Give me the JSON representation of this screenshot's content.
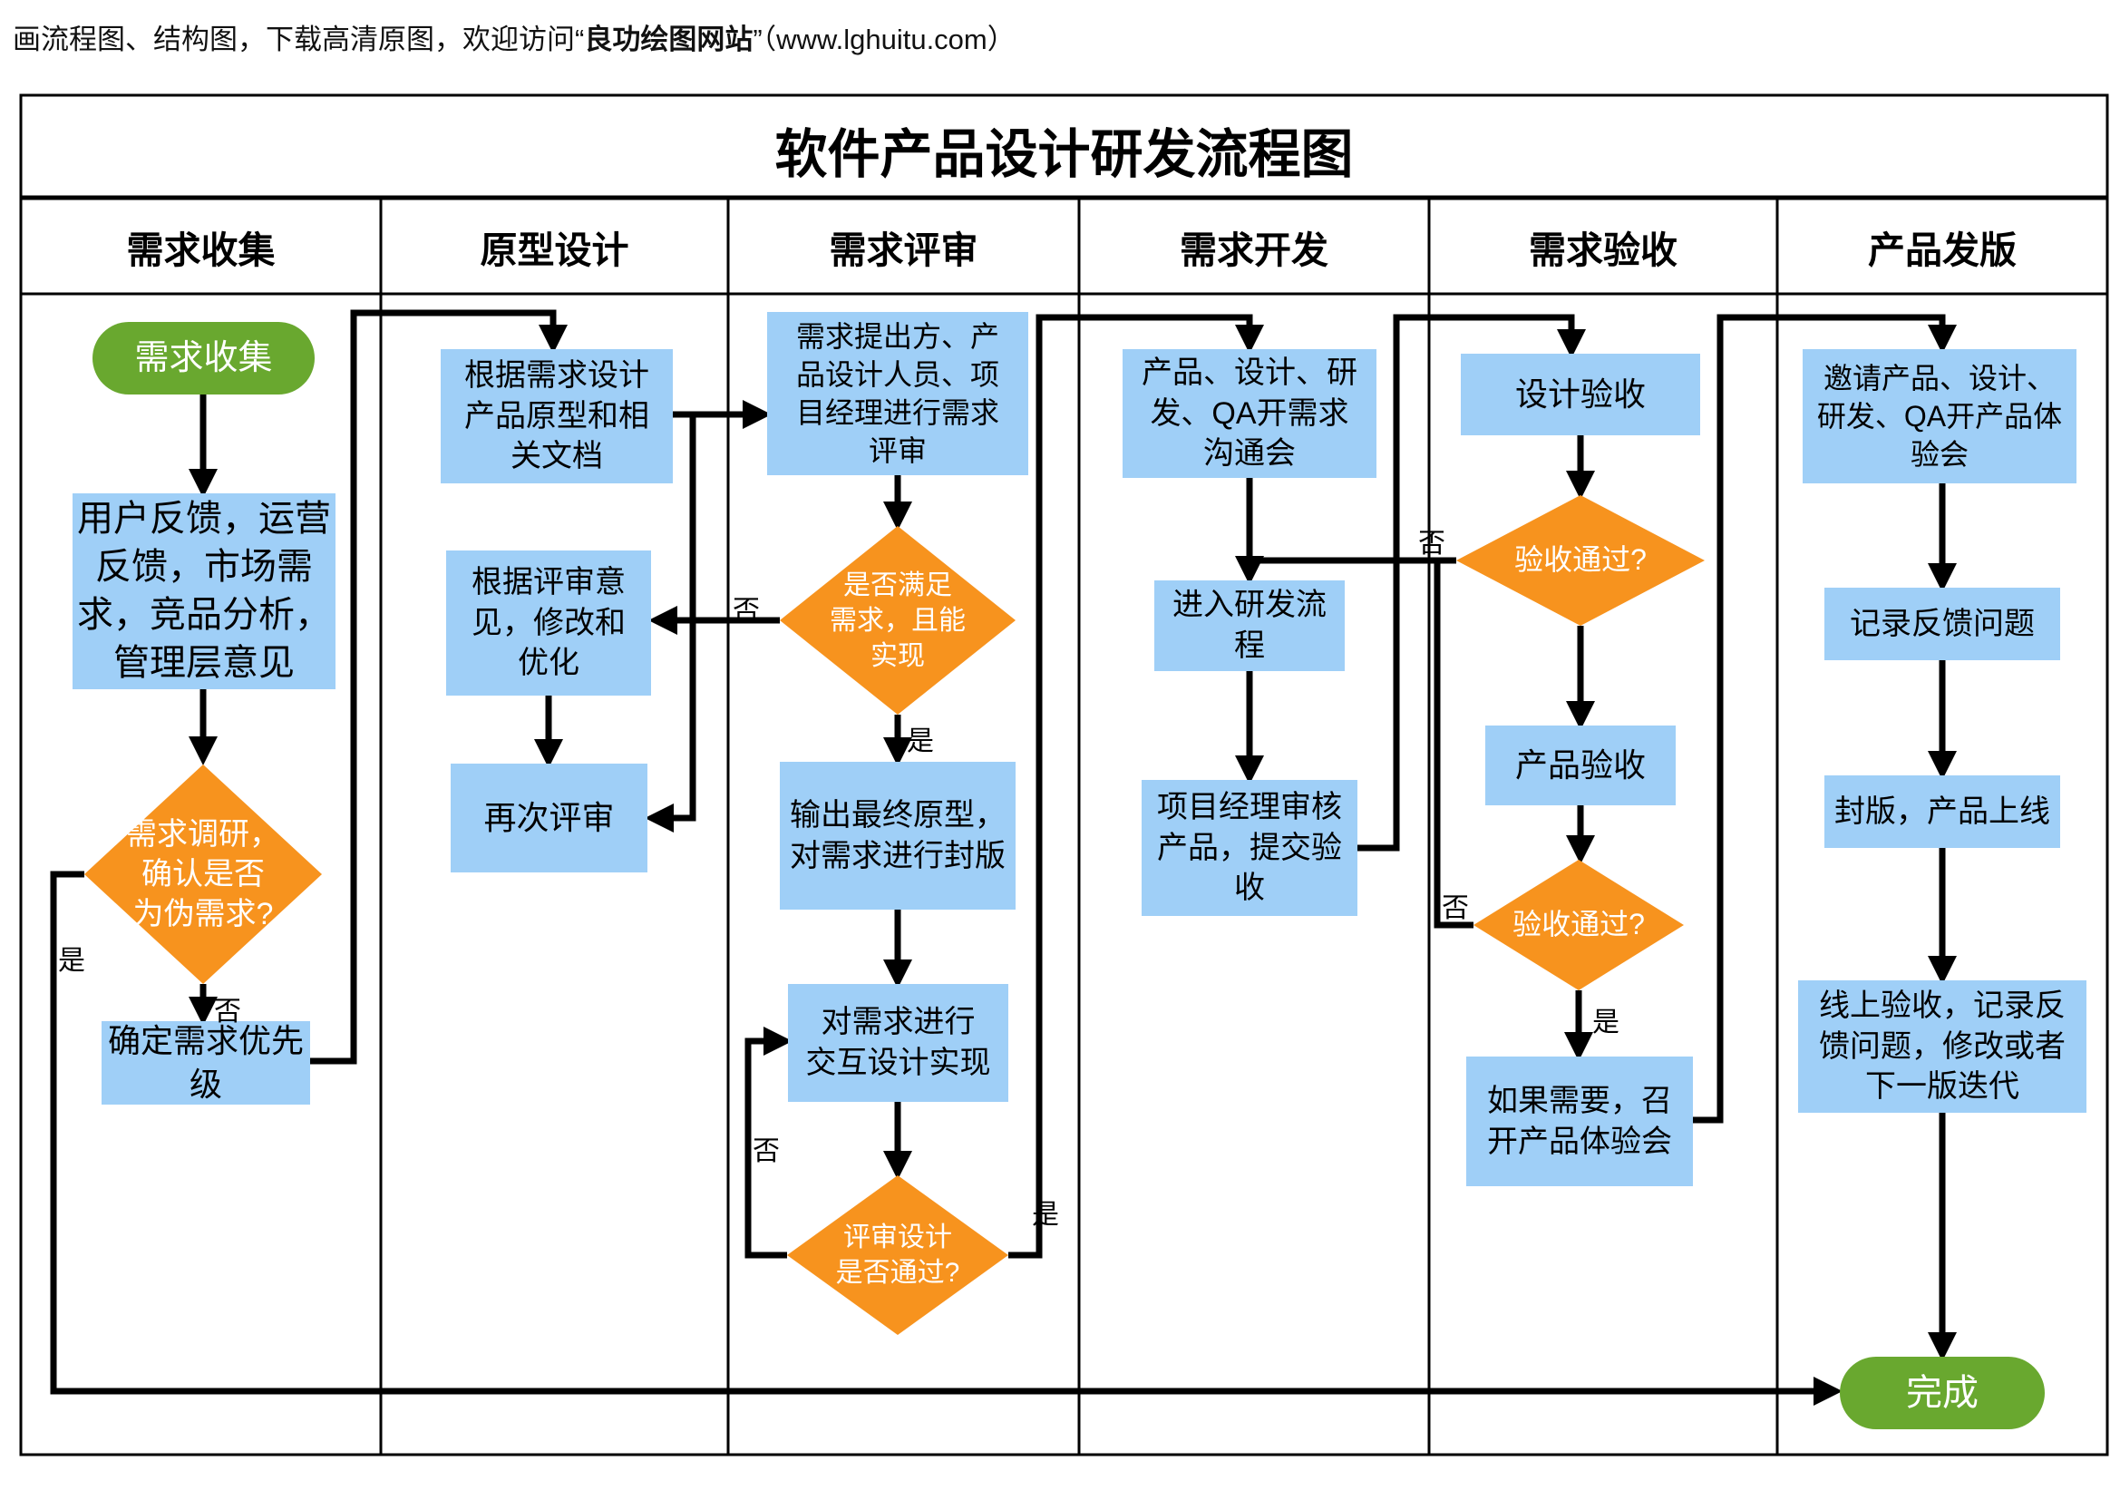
{
  "caption": {
    "prefix": "画流程图、结构图，下载高清原图，欢迎访问“",
    "brand": "良功绘图网站",
    "suffix": "”（www.lghuitu.com）"
  },
  "title": "软件产品设计研发流程图",
  "lanes": [
    {
      "label": "需求收集"
    },
    {
      "label": "原型设计"
    },
    {
      "label": "需求评审"
    },
    {
      "label": "需求开发"
    },
    {
      "label": "需求验收"
    },
    {
      "label": "产品发版"
    }
  ],
  "nodes": {
    "start": {
      "label": "需求收集"
    },
    "feedback_sources": {
      "label": "用户反馈，运营\n反馈，市场需\n求，竞品分析，\n管理层意见"
    },
    "d_fake_req": {
      "label": "需求调研，\n确认是否\n为伪需求?"
    },
    "set_priority": {
      "label": "确定需求优先\n级"
    },
    "design_prototype": {
      "label": "根据需求设计\n产品原型和相\n关文档"
    },
    "revise_optimize": {
      "label": "根据评审意\n见，修改和\n优化"
    },
    "re_review": {
      "label": "再次评审"
    },
    "review_meeting": {
      "label": "需求提出方、产\n品设计人员、项\n目经理进行需求\n评审"
    },
    "d_satisfy": {
      "label": "是否满足\n需求，且能\n实现"
    },
    "final_prototype": {
      "label": "输出最终原型，\n对需求进行封版"
    },
    "interaction_design": {
      "label": "对需求进行\n交互设计实现"
    },
    "d_design_pass": {
      "label": "评审设计\n是否通过?"
    },
    "kickoff_meeting": {
      "label": "产品、设计、研\n发、QA开需求\n沟通会"
    },
    "dev_process": {
      "label": "进入研发流\n程"
    },
    "pm_review": {
      "label": "项目经理审核\n产品，提交验\n收"
    },
    "design_accept": {
      "label": "设计验收"
    },
    "d_accept1": {
      "label": "验收通过?"
    },
    "product_accept": {
      "label": "产品验收"
    },
    "d_accept2": {
      "label": "验收通过?"
    },
    "experience_meeting": {
      "label": "如果需要，召\n开产品体验会"
    },
    "invite_experience": {
      "label": "邀请产品、设计、\n研发、QA开产品体\n验会"
    },
    "record_feedback": {
      "label": "记录反馈问题"
    },
    "freeze_launch": {
      "label": "封版，产品上线"
    },
    "online_accept": {
      "label": "线上验收，记录反\n馈问题，修改或者\n下一版迭代"
    },
    "done": {
      "label": "完成"
    }
  },
  "edge_labels": {
    "yes": "是",
    "no": "否"
  },
  "colors": {
    "node_blue": "#9FCFF7",
    "accent_orange": "#F7931E",
    "accent_green": "#69A82F",
    "line_black": "#000000"
  }
}
